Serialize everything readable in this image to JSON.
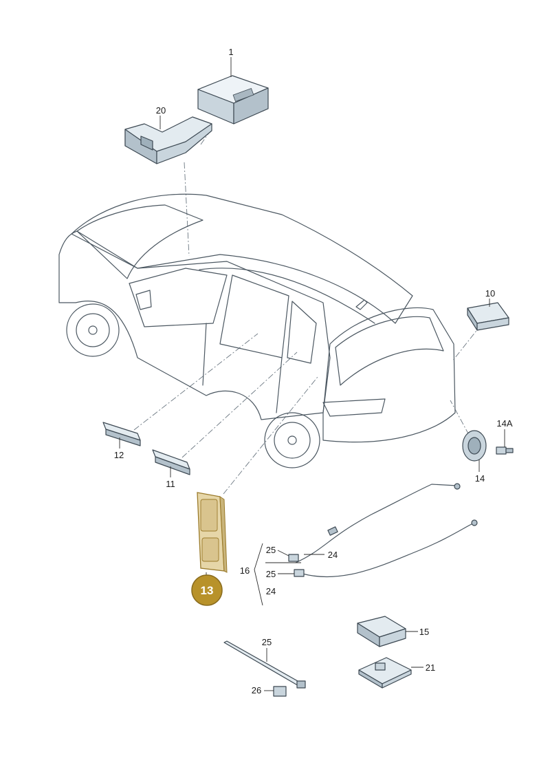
{
  "callouts": [
    {
      "id": "1",
      "text": "1"
    },
    {
      "id": "20",
      "text": "20"
    },
    {
      "id": "10",
      "text": "10"
    },
    {
      "id": "14A",
      "text": "14A"
    },
    {
      "id": "14",
      "text": "14"
    },
    {
      "id": "12",
      "text": "12"
    },
    {
      "id": "11",
      "text": "11"
    },
    {
      "id": "16",
      "text": "16"
    },
    {
      "id": "25a",
      "text": "25"
    },
    {
      "id": "24a",
      "text": "24"
    },
    {
      "id": "25b",
      "text": "25"
    },
    {
      "id": "24b",
      "text": "24"
    },
    {
      "id": "15",
      "text": "15"
    },
    {
      "id": "21",
      "text": "21"
    },
    {
      "id": "25c",
      "text": "25"
    },
    {
      "id": "26",
      "text": "26"
    }
  ],
  "highlight": {
    "number": "13",
    "color": "#b8922a",
    "part_fill": "#e6d6a8",
    "part_stroke": "#9a7a2a"
  },
  "colors": {
    "part": "#dde6ec",
    "part_dark": "#b9c6d0",
    "car_body": "#eef3f7",
    "car_glass": "#cdd9e1",
    "line": "#4a5660"
  }
}
